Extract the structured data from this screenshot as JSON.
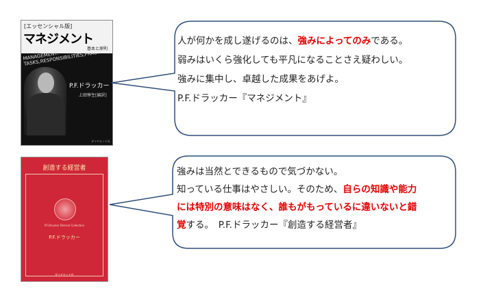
{
  "book1": {
    "tag": "[エッセンシャル版]",
    "title": "マネジメント",
    "subtitle": "基本と原則",
    "english": [
      "MANAGEMENT:",
      "TASKS,RESPONSIBILITIES,PRACTICES"
    ],
    "author": "P.F.ドラッカー",
    "translator": "上田惇生[編訳]",
    "publisher": "ダイヤモンド社"
  },
  "book2": {
    "title": "創造する経営者",
    "series": "P.F.Drucker Eternal Collection",
    "author": "P.F.ドラッカー",
    "publisher": "ダイヤモンド社"
  },
  "quote1": {
    "line1_pre": "人が何かを成し遂げるのは、",
    "line1_red": "強みによってのみ",
    "line1_post": "である。",
    "line2": "弱みはいくら強化しても平凡になることさえ疑わしい。",
    "line3": "強みに集中し、卓越した成果をあげよ。",
    "line4": "P.F.ドラッカー『マネジメント』"
  },
  "quote2": {
    "line1": "強みは当然とできるもので気づかない。",
    "line2_pre": "知っている仕事はやさしい。そのため、",
    "line2_red": "自らの知識や能力",
    "line3_red": "には特別の意味はなく、誰もがもっているに違いないと錯",
    "line4_red": "覚",
    "line4_post": "する。　P.F.ドラッカー『創造する経営者』"
  },
  "colors": {
    "accent_red": "#e60000",
    "bubble_border": "#2f4e7a"
  }
}
